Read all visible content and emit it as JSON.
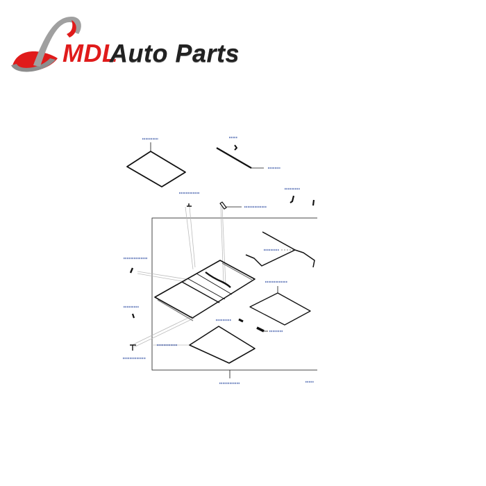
{
  "logo": {
    "brand": "MDL",
    "tagline": "Auto Parts",
    "colors": {
      "red": "#e01b1b",
      "dark": "#222222",
      "silver": "#9a9a9a"
    }
  },
  "diagram": {
    "subject": "sunroof-assembly-exploded-view",
    "label_color": "#2b4aa0",
    "line_color": "#111111"
  }
}
